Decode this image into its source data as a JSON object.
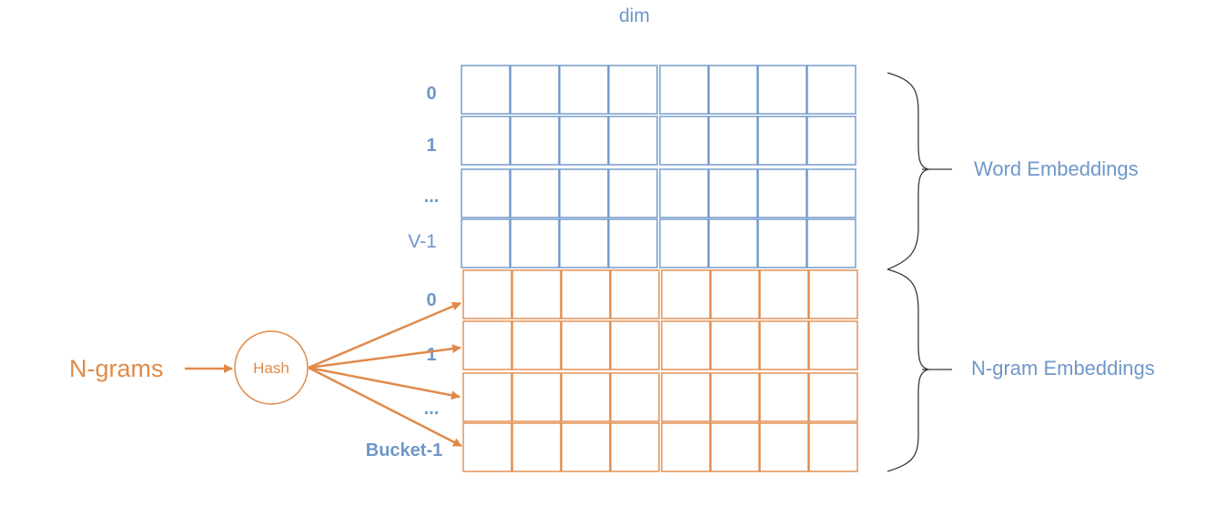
{
  "colors": {
    "blue": "#6f97c9",
    "orange": "#e08a4a",
    "brace": "#3a3a3a"
  },
  "header": {
    "dim_label": "dim"
  },
  "word_table": {
    "row_labels": [
      "0",
      "1",
      "...",
      "V-1"
    ],
    "columns": 8,
    "group_label": "Word Embeddings"
  },
  "ngram_table": {
    "row_labels": [
      "0",
      "1",
      "...",
      "Bucket-1"
    ],
    "columns": 8,
    "group_label": "N-gram Embeddings"
  },
  "input": {
    "label": "N-grams",
    "hash_label": "Hash"
  }
}
